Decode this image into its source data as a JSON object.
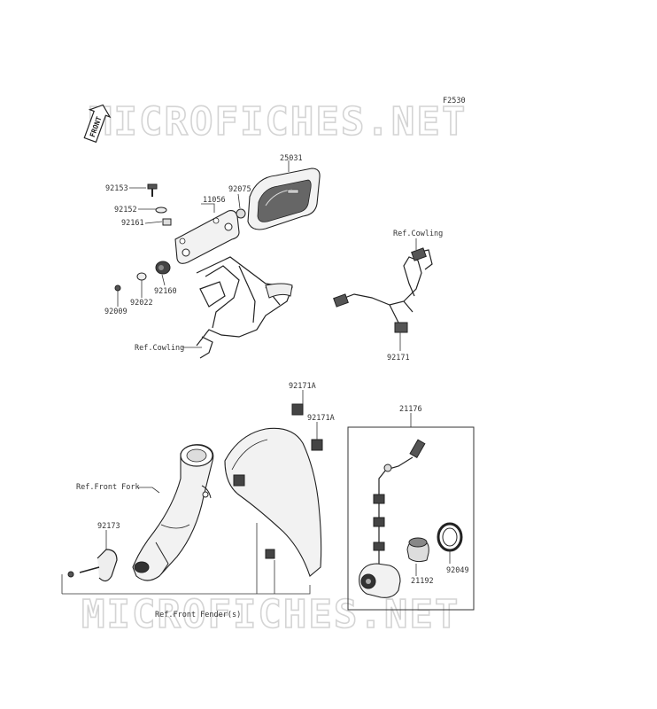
{
  "diagram_code": "F2530",
  "watermark": "MICROFICHES.NET",
  "front_badge": "FRONT",
  "labels": {
    "p25031": "25031",
    "p92075": "92075",
    "p11056": "11056",
    "p92153": "92153",
    "p92152": "92152",
    "p92161": "92161",
    "p92160": "92160",
    "p92022": "92022",
    "p92009": "92009",
    "ref_cowling_1": "Ref.Cowling",
    "ref_cowling_2": "Ref.Cowling",
    "p92171": "92171",
    "p92171A_1": "92171A",
    "p92171A_2": "92171A",
    "ref_front_fork": "Ref.Front Fork",
    "p92173": "92173",
    "ref_front_fender": "Ref.Front Fender(s)",
    "p21176": "21176",
    "p21192": "21192",
    "p92049": "92049"
  }
}
